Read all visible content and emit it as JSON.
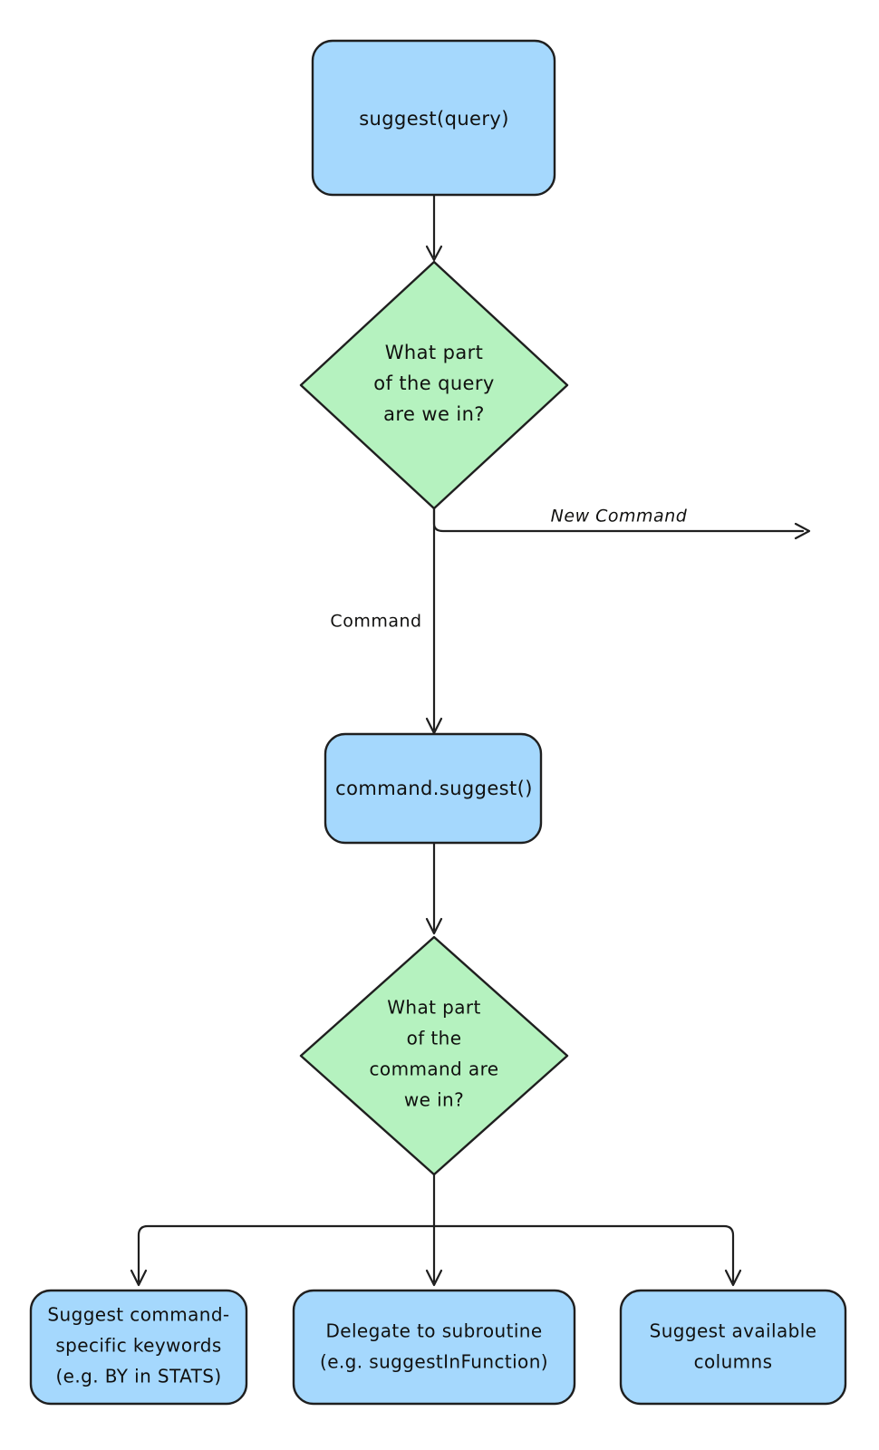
{
  "diagram": {
    "title": "suggest(query) flowchart",
    "type": "flowchart",
    "direction": "top-down",
    "background_color": "#ffffff",
    "palette": {
      "process_fill": "#a5d8fd",
      "decision_fill": "#b5f2bf",
      "stroke": "#1f1f1f",
      "text": "#10100f"
    },
    "nodes": [
      {
        "id": "suggest-query",
        "shape": "rounded-rect",
        "fill": "#a5d8fd",
        "lines": [
          "suggest(query)"
        ]
      },
      {
        "id": "what-part-query",
        "shape": "diamond",
        "fill": "#b5f2bf",
        "lines": [
          "What part",
          "of the query",
          "are we in?"
        ]
      },
      {
        "id": "command-suggest",
        "shape": "rounded-rect",
        "fill": "#a5d8fd",
        "lines": [
          "command.suggest()"
        ]
      },
      {
        "id": "what-part-command",
        "shape": "diamond",
        "fill": "#b5f2bf",
        "lines": [
          "What part",
          "of the",
          "command are",
          "we in?"
        ]
      },
      {
        "id": "suggest-keywords",
        "shape": "rounded-rect",
        "fill": "#a5d8fd",
        "lines": [
          "Suggest command-",
          "specific keywords",
          "(e.g. BY in STATS)"
        ]
      },
      {
        "id": "delegate-subroutine",
        "shape": "rounded-rect",
        "fill": "#a5d8fd",
        "lines": [
          "Delegate to subroutine",
          "(e.g. suggestInFunction)"
        ]
      },
      {
        "id": "suggest-columns",
        "shape": "rounded-rect",
        "fill": "#a5d8fd",
        "lines": [
          "Suggest available",
          "columns"
        ]
      }
    ],
    "edges": [
      {
        "id": "e1",
        "from": "suggest-query",
        "to": "what-part-query",
        "label": ""
      },
      {
        "id": "e2",
        "from": "what-part-query",
        "to": "new-command-exit",
        "label": "New Command"
      },
      {
        "id": "e3",
        "from": "what-part-query",
        "to": "command-suggest",
        "label": "Command"
      },
      {
        "id": "e4",
        "from": "command-suggest",
        "to": "what-part-command",
        "label": ""
      },
      {
        "id": "e5",
        "from": "what-part-command",
        "to": "suggest-keywords",
        "label": ""
      },
      {
        "id": "e6",
        "from": "what-part-command",
        "to": "delegate-subroutine",
        "label": ""
      },
      {
        "id": "e7",
        "from": "what-part-command",
        "to": "suggest-columns",
        "label": ""
      }
    ],
    "labels": {
      "new_command": "New Command",
      "command": "Command"
    },
    "node_text": {
      "suggest_query_l1": "suggest(query)",
      "what_part_query_l1": "What part",
      "what_part_query_l2": "of the query",
      "what_part_query_l3": "are we in?",
      "command_suggest_l1": "command.suggest()",
      "what_part_command_l1": "What part",
      "what_part_command_l2": "of the",
      "what_part_command_l3": "command are",
      "what_part_command_l4": "we in?",
      "suggest_keywords_l1": "Suggest command-",
      "suggest_keywords_l2": "specific keywords",
      "suggest_keywords_l3": "(e.g. BY in STATS)",
      "delegate_l1": "Delegate to subroutine",
      "delegate_l2": "(e.g. suggestInFunction)",
      "columns_l1": "Suggest available",
      "columns_l2": "columns"
    }
  }
}
